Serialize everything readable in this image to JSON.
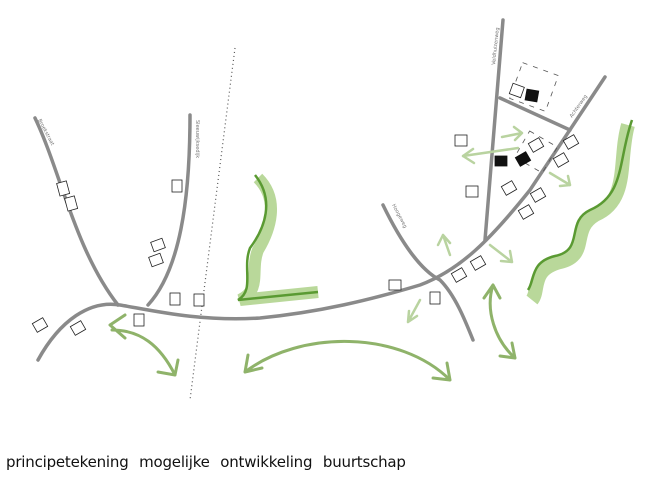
{
  "caption": "principetekening mogelijke ontwikkeling buurtschap",
  "road_labels": [
    "Broekstraat",
    "Sleeuwijksedijk",
    "Veldhuizenweg",
    "Achterweg",
    "Hoogeweg"
  ],
  "colors": {
    "road": "#8a8a8a",
    "green_dark": "#5a9a32",
    "green_light": "#b9d89a",
    "arrow": "#8fb36a"
  }
}
